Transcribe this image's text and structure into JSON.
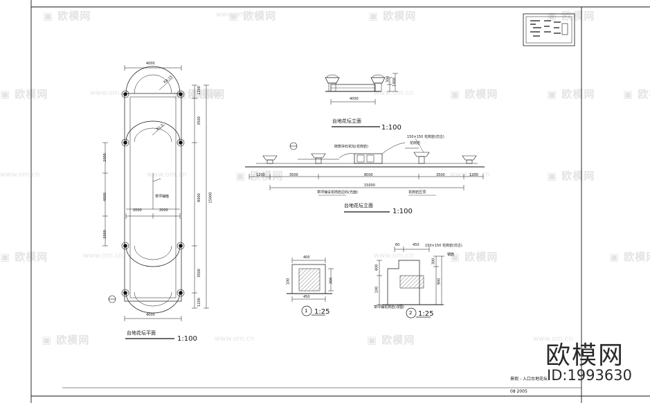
{
  "watermark": {
    "logo_text": "欧模网",
    "url_text": "www.om.cn"
  },
  "brand": {
    "name": "欧模网",
    "id_text": "ID:1993630"
  },
  "plan_view": {
    "title": "台地花坛平面",
    "scale": "1:100",
    "dims": {
      "top_width": "4000",
      "bottom_width": "4000",
      "left_upper": "2000",
      "left_mid": "4000",
      "left_lower": "2000",
      "inner_left": "2000",
      "inner_right": "2000",
      "right_seg1": "1200",
      "right_seg2": "3500",
      "right_seg3": "8000",
      "right_seg4": "3500",
      "right_seg5": "1200",
      "right_total": "15000",
      "radius_1": "R4.15",
      "radius_2": "R1.5"
    },
    "note": "草坪铺植"
  },
  "side_elevation": {
    "title": "台地花坛立面",
    "scale": "1:100",
    "dims": {
      "width": "4000",
      "h1": "300",
      "h2": "1400"
    }
  },
  "front_elevation": {
    "title": "台地花坛立面",
    "scale": "1:100",
    "dims": {
      "seg1": "1200",
      "seg2": "3500",
      "seg3": "8000",
      "seg4": "3500",
      "seg5": "1200",
      "total": "15000"
    },
    "notes": {
      "bench": "150×150 花岗岩(仿古)",
      "material": "花岗岩",
      "top_note": "砌筑块石花坛(花岗岩)",
      "left_note": "草坪铺设花岗岩边石(光面)",
      "right_note": "花岗岩压顶"
    }
  },
  "detail_1": {
    "number": "1",
    "scale": "1:25",
    "dims": {
      "w_top": "400",
      "w_bottom": "450",
      "h": "300",
      "h2": "100"
    }
  },
  "detail_2": {
    "number": "2",
    "scale": "1:25",
    "dims": {
      "w1": "60",
      "w2": "450",
      "h1": "400",
      "h2": "900",
      "h3": "300",
      "h4": "100"
    },
    "notes": {
      "top": "150×150 花岗岩(仿古)",
      "side": "钢筋",
      "bottom": "草坪铺花岗岩(详图)"
    }
  },
  "title_block": {
    "drawing_name": "景观 - 入口台地花坛",
    "code": "08 2005"
  }
}
